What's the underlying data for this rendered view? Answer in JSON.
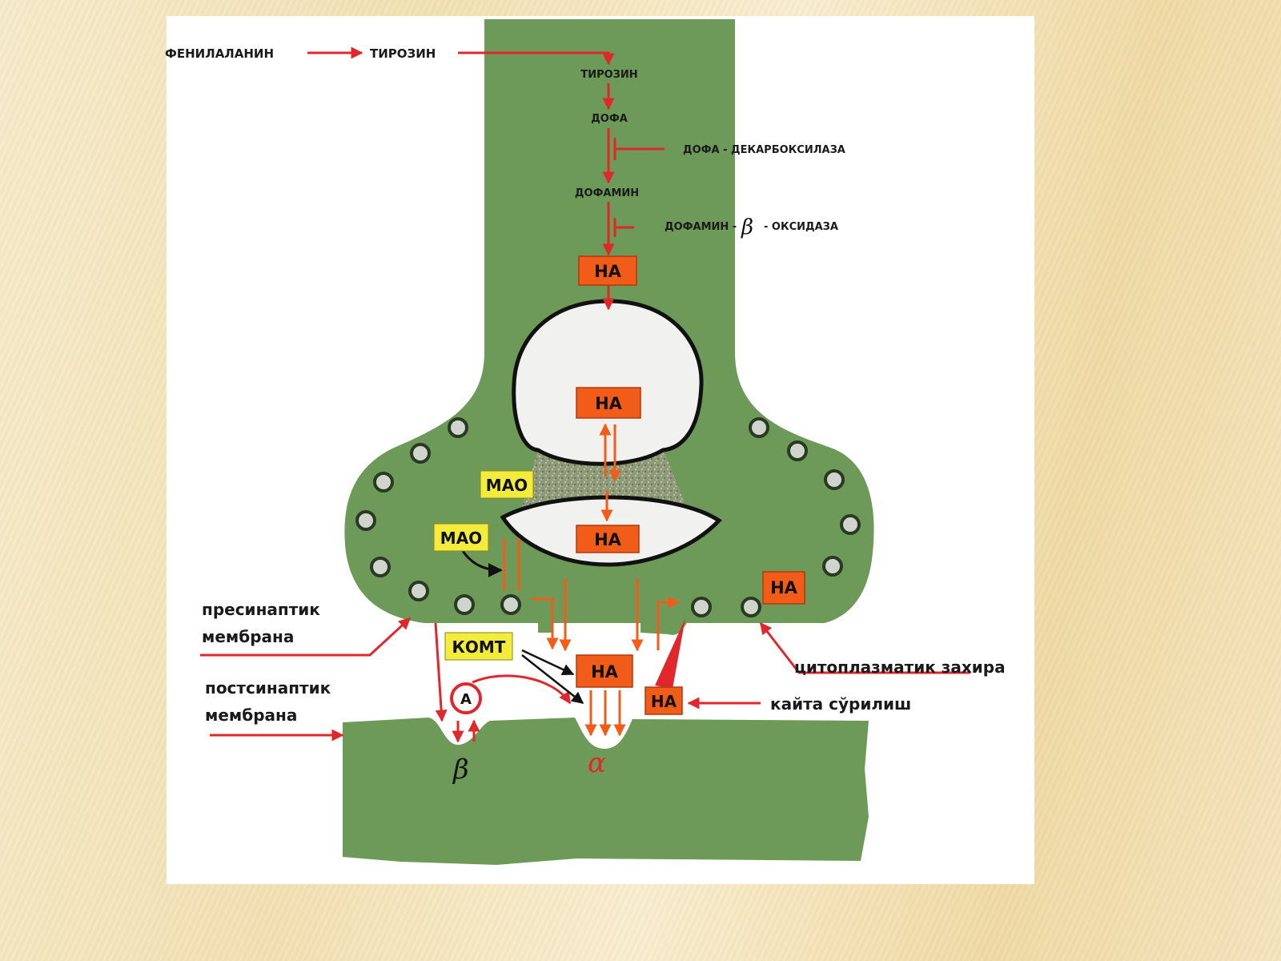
{
  "synthesis": {
    "phenylalanine": "ФЕНИЛАЛАНИН",
    "tyrosine_outer": "ТИРОЗИН",
    "tyrosine_inner": "ТИРОЗИН",
    "dopa": "ДОФА",
    "dopa_decarboxylase": "ДОФА - ДЕКАРБОКСИЛАЗА",
    "dopamine": "ДОФАМИН",
    "dopamine_enzyme_prefix": "ДОФАМИН -",
    "beta_symbol": "β",
    "dopamine_enzyme_suffix": "- ОКСИДАЗА"
  },
  "boxes": {
    "na_top": "НА",
    "na_vesicle": "НА",
    "na_lower_vesicle": "НА",
    "na_cytoplasm": "НА",
    "na_cleft": "НА",
    "na_reuptake": "НА",
    "mao_upper": "МАО",
    "mao_lower": "МАО",
    "comt": "КОМТ",
    "adrenaline_circle": "А"
  },
  "labels": {
    "presynaptic": [
      "пресинаптик",
      "мембрана"
    ],
    "postsynaptic": [
      "постсинаптик",
      "мембрана"
    ],
    "cytoplasmic_store": "цитоплазматик захира",
    "reuptake": "кайта сўрилиш",
    "beta_receptor": "β",
    "alpha_receptor": "α"
  },
  "colors": {
    "neuron_green": "#6d9a58",
    "arrow_red": "#e0282c",
    "na_box": "#f25c19",
    "enzyme_box": "#f3ec3c",
    "vesicle_fill": "#f1f1ef",
    "dot_fill": "#cfd5cc"
  }
}
